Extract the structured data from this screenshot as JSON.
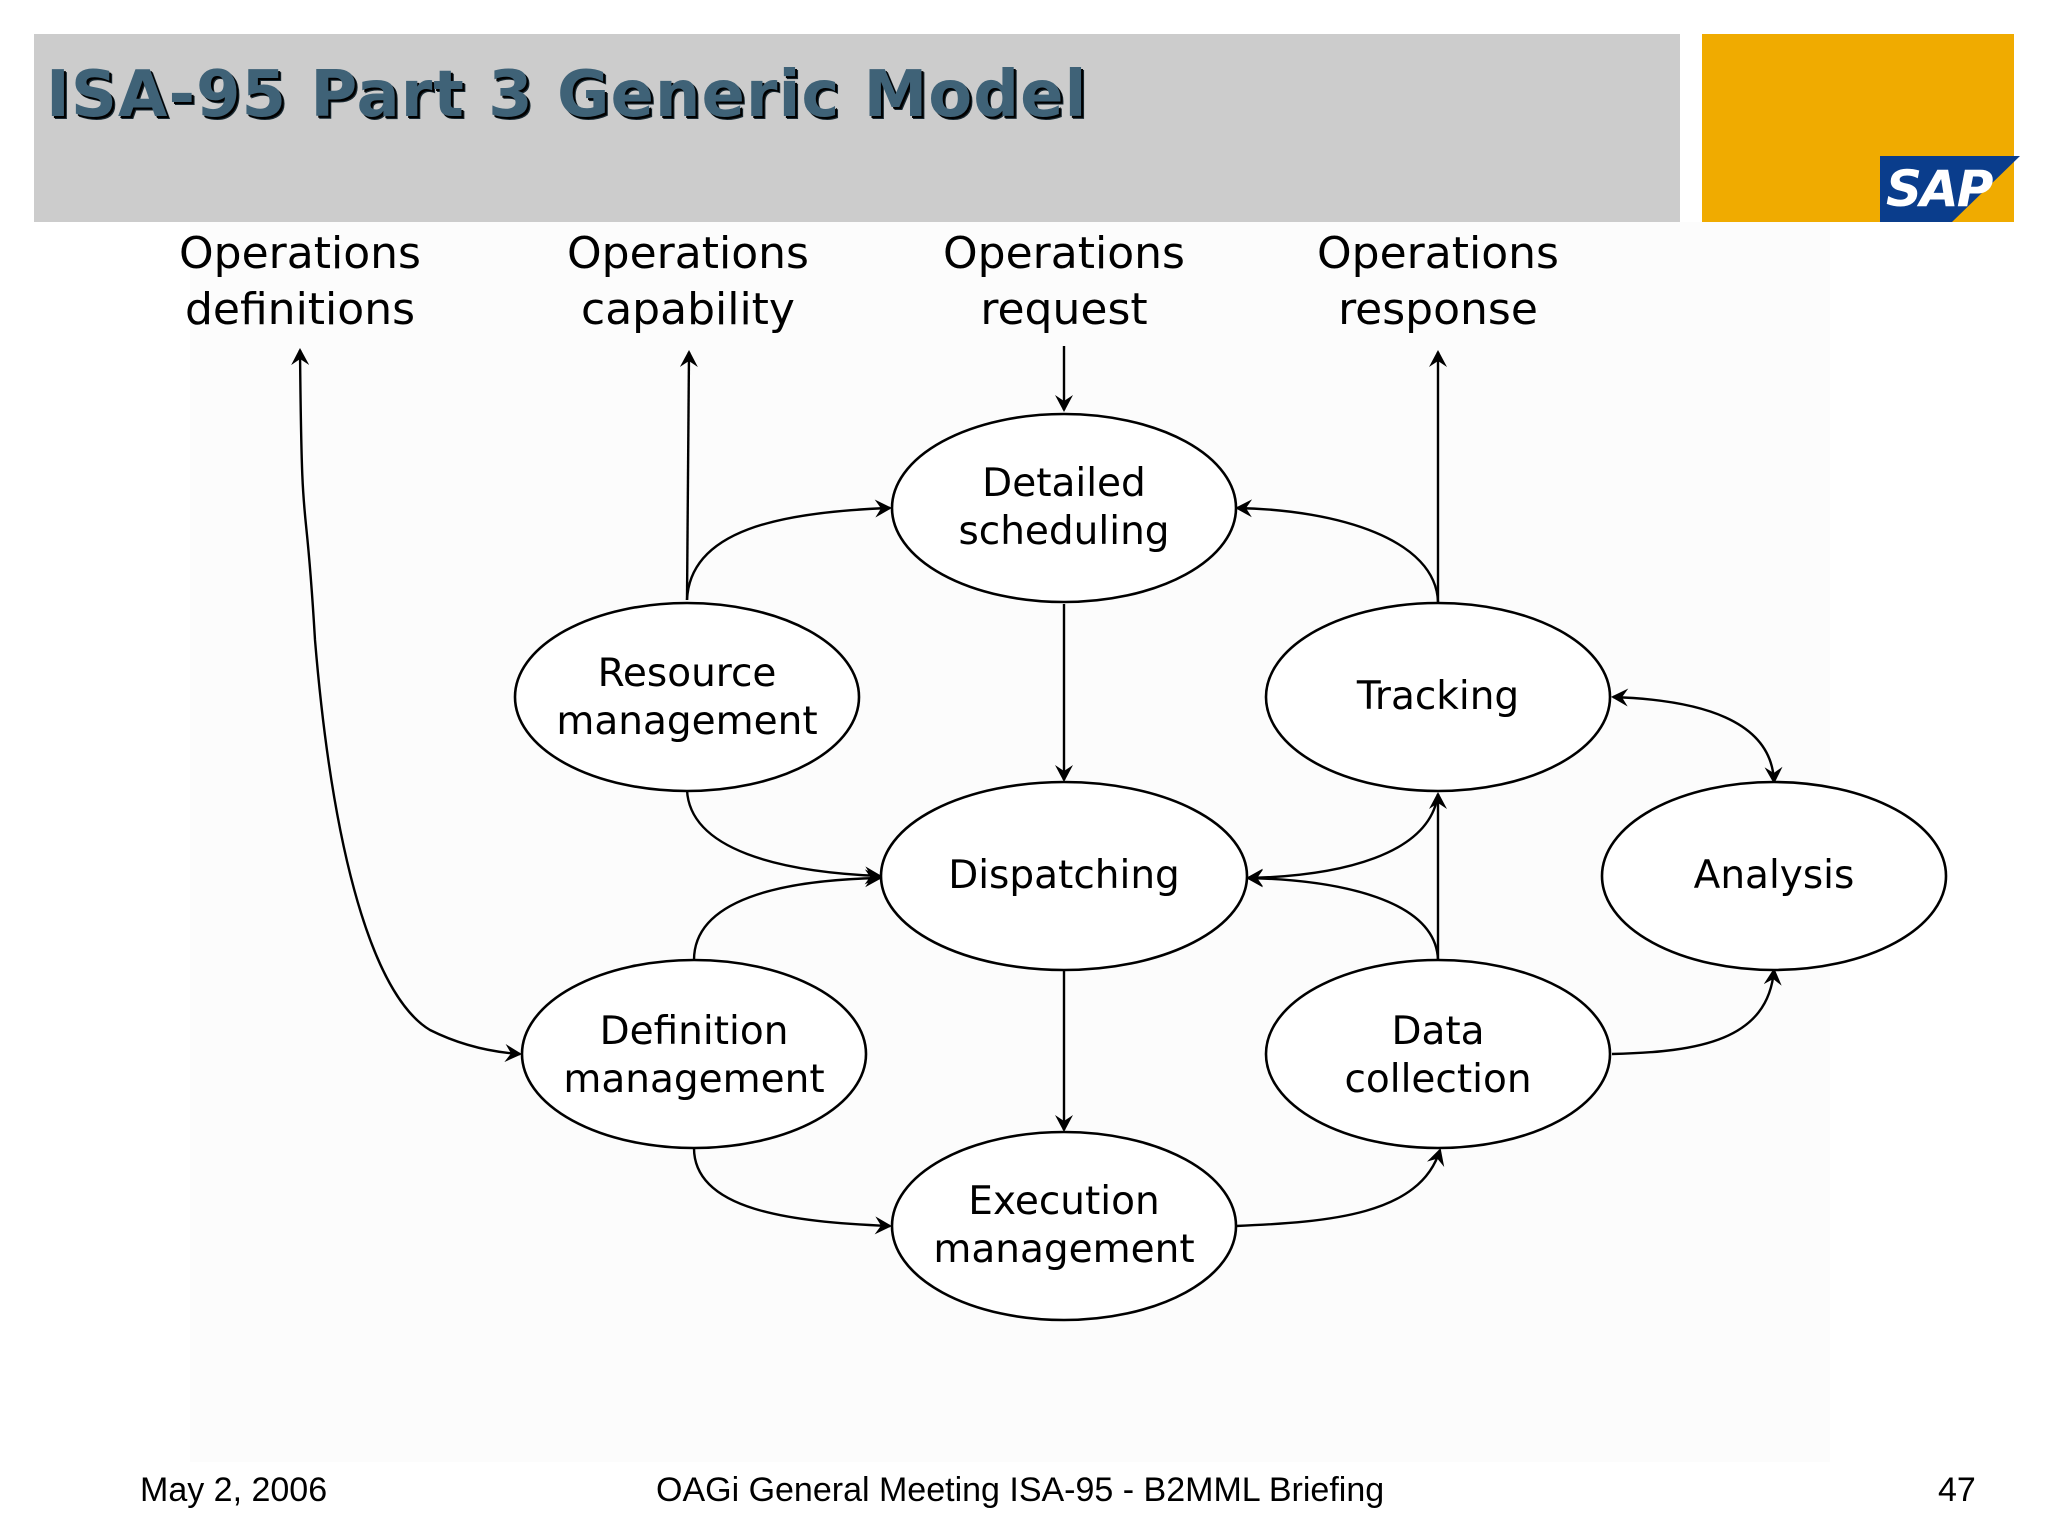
{
  "slide": {
    "title": "ISA-95 Part 3 Generic Model",
    "title_color": "#3f6277",
    "title_bar_color": "#cccccc",
    "accent_color": "#f0ab00",
    "logo": {
      "text": "SAP",
      "color": "#0a3d8c"
    }
  },
  "diagram": {
    "outputs": [
      {
        "id": "operations-definitions",
        "label": "Operations\ndefinitions",
        "direction": "from-diagram"
      },
      {
        "id": "operations-capability",
        "label": "Operations\ncapability",
        "direction": "from-diagram"
      },
      {
        "id": "operations-request",
        "label": "Operations\nrequest",
        "direction": "into-diagram"
      },
      {
        "id": "operations-response",
        "label": "Operations\nresponse",
        "direction": "from-diagram"
      }
    ],
    "nodes": [
      {
        "id": "detailed-scheduling",
        "label": "Detailed\nscheduling"
      },
      {
        "id": "resource-management",
        "label": "Resource\nmanagement"
      },
      {
        "id": "tracking",
        "label": "Tracking"
      },
      {
        "id": "dispatching",
        "label": "Dispatching"
      },
      {
        "id": "analysis",
        "label": "Analysis"
      },
      {
        "id": "definition-management",
        "label": "Definition\nmanagement"
      },
      {
        "id": "data-collection",
        "label": "Data\ncollection"
      },
      {
        "id": "execution-management",
        "label": "Execution\nmanagement"
      }
    ],
    "edges": [
      {
        "from": "operations-request",
        "to": "detailed-scheduling"
      },
      {
        "from": "resource-management",
        "to": "operations-capability"
      },
      {
        "from": "resource-management",
        "to": "detailed-scheduling"
      },
      {
        "from": "tracking",
        "to": "detailed-scheduling"
      },
      {
        "from": "tracking",
        "to": "operations-response"
      },
      {
        "from": "detailed-scheduling",
        "to": "dispatching"
      },
      {
        "from": "resource-management",
        "to": "dispatching"
      },
      {
        "from": "definition-management",
        "to": "dispatching"
      },
      {
        "from": "definition-management",
        "to": "operations-definitions",
        "bidirectional": true
      },
      {
        "from": "tracking",
        "to": "dispatching"
      },
      {
        "from": "data-collection",
        "to": "dispatching"
      },
      {
        "from": "tracking",
        "to": "analysis",
        "bidirectional": true
      },
      {
        "from": "data-collection",
        "to": "tracking"
      },
      {
        "from": "data-collection",
        "to": "analysis"
      },
      {
        "from": "dispatching",
        "to": "execution-management"
      },
      {
        "from": "definition-management",
        "to": "execution-management"
      },
      {
        "from": "execution-management",
        "to": "data-collection"
      }
    ]
  },
  "footer": {
    "date": "May 2, 2006",
    "center": "OAGi General Meeting ISA-95 - B2MML Briefing",
    "page_number": "47"
  }
}
